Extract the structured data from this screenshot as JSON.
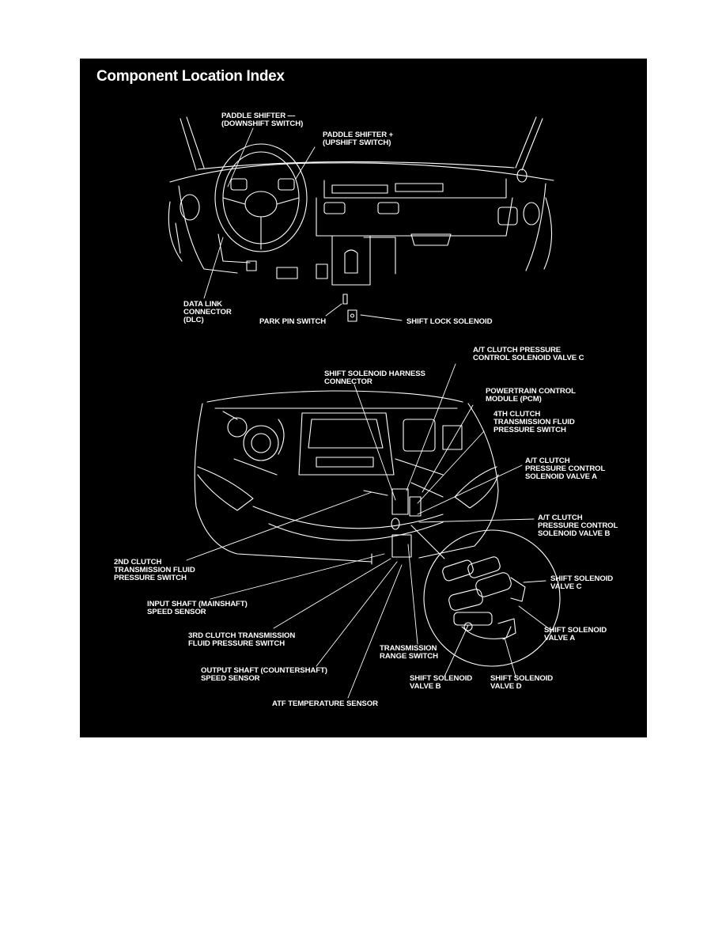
{
  "title": "Component Location Index",
  "labels": {
    "paddle_minus": "PADDLE SHIFTER —\n(DOWNSHIFT SWITCH)",
    "paddle_plus": "PADDLE SHIFTER +\n(UPSHIFT SWITCH)",
    "dlc": "DATA LINK\nCONNECTOR\n(DLC)",
    "park_pin": "PARK PIN SWITCH",
    "shift_lock": "SHIFT LOCK SOLENOID",
    "atc_c": "A/T CLUTCH PRESSURE\nCONTROL SOLENOID VALVE C",
    "harness": "SHIFT SOLENOID HARNESS\nCONNECTOR",
    "pcm": "POWERTRAIN CONTROL\nMODULE (PCM)",
    "fourth": "4TH CLUTCH\nTRANSMISSION FLUID\nPRESSURE SWITCH",
    "atc_a": "A/T CLUTCH\nPRESSURE CONTROL\nSOLENOID VALVE A",
    "atc_b": "A/T CLUTCH\nPRESSURE CONTROL\nSOLENOID VALVE B",
    "second": "2ND CLUTCH\nTRANSMISSION FLUID\nPRESSURE SWITCH",
    "input": "INPUT SHAFT (MAINSHAFT)\nSPEED SENSOR",
    "third": "3RD CLUTCH TRANSMISSION\nFLUID PRESSURE SWITCH",
    "output": "OUTPUT SHAFT (COUNTERSHAFT)\nSPEED SENSOR",
    "atf": "ATF TEMPERATURE SENSOR",
    "range": "TRANSMISSION\nRANGE SWITCH",
    "ssv_c": "SHIFT SOLENOID\nVALVE C",
    "ssv_a": "SHIFT SOLENOID\nVALVE A",
    "ssv_b": "SHIFT SOLENOID\nVALVE B",
    "ssv_d": "SHIFT SOLENOID\nVALVE D"
  },
  "colors": {
    "background": "#000000",
    "line": "#ffffff",
    "page": "#ffffff"
  }
}
